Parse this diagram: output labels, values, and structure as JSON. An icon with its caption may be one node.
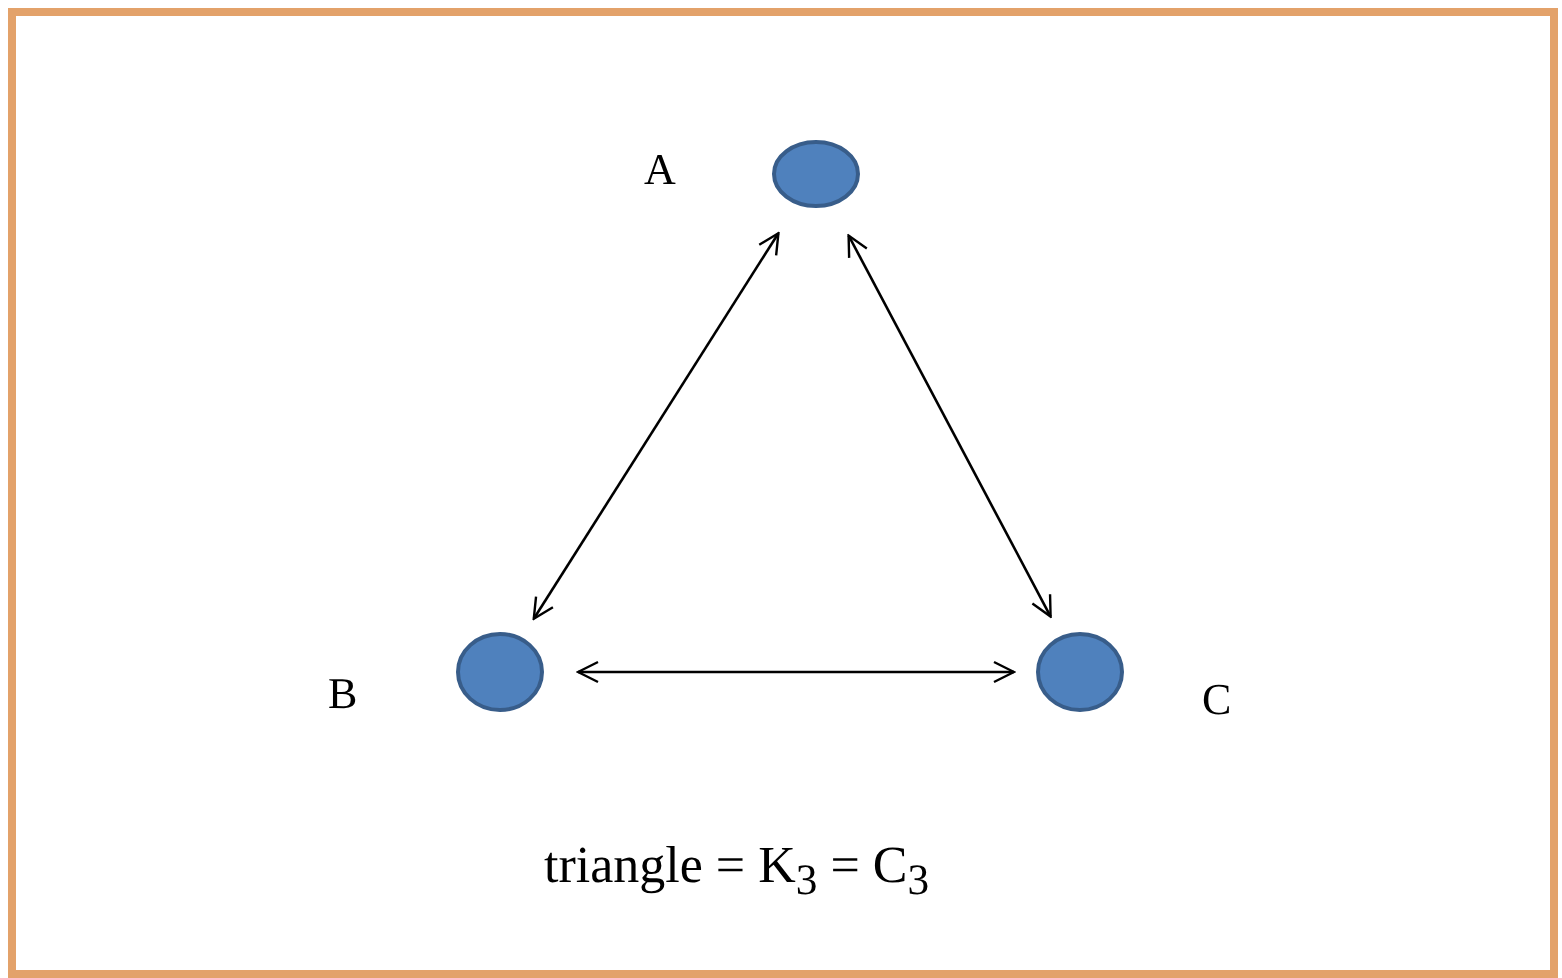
{
  "diagram": {
    "nodes": [
      {
        "text": [],
        "shape": "circle",
        "beside": [
          "A"
        ]
      },
      {
        "text": [],
        "shape": "circle",
        "beside": [
          "B"
        ]
      },
      {
        "text": [],
        "shape": "circle",
        "beside": [
          "C"
        ]
      }
    ],
    "edges": [
      {
        "from": 0,
        "to": 1,
        "arrow": "both"
      },
      {
        "from": 0,
        "to": 2,
        "arrow": "both"
      },
      {
        "from": 1,
        "to": 2,
        "arrow": "both"
      }
    ],
    "labels": [
      "triangle = K$_{3}$ = C$_{3}$"
    ]
  }
}
